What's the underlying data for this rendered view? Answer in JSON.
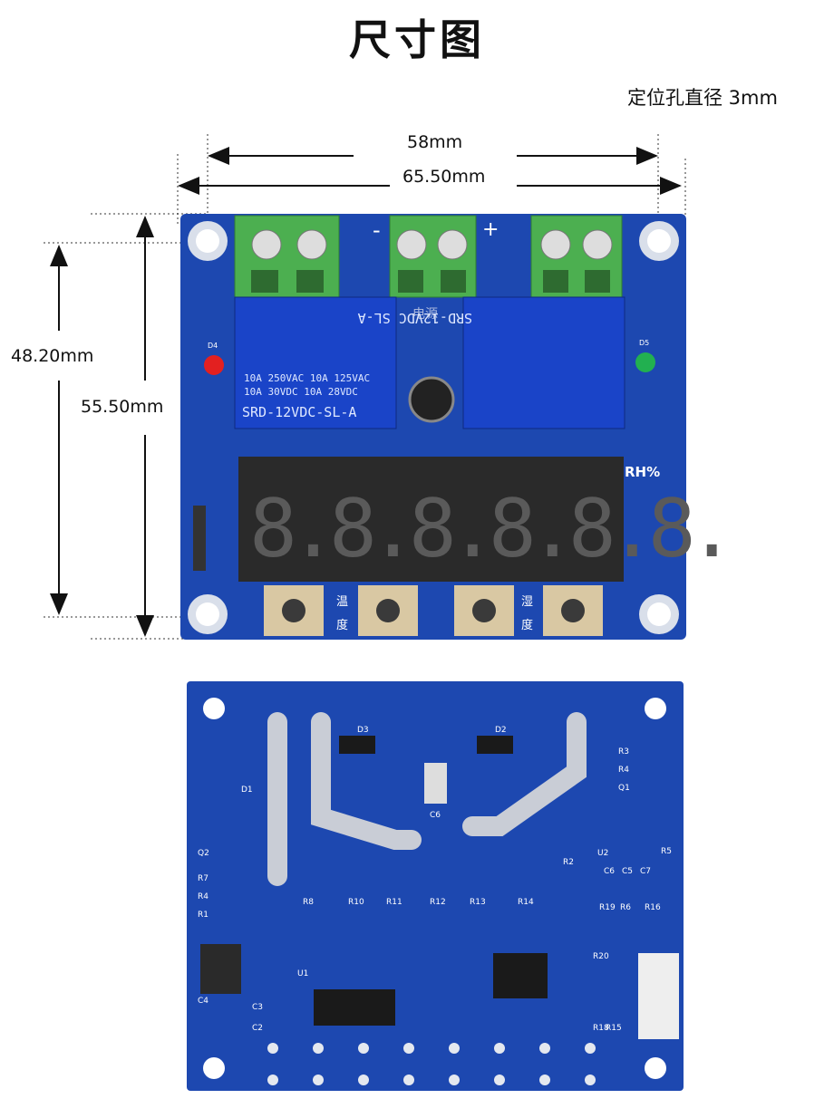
{
  "title": "尺寸图",
  "hole_note": "定位孔直径 3mm",
  "dimensions": {
    "hole_spacing_width": "58mm",
    "board_width": "65.50mm",
    "hole_spacing_height": "48.20mm",
    "board_height": "55.50mm"
  },
  "top_board": {
    "relay_left": [
      "10A 250VAC  10A 125VAC",
      "10A  30VDC  10A  28VDC",
      "SRD-12VDC-SL-A"
    ],
    "relay_right": "SRD-12VDC SL-A",
    "power_label": "电源",
    "minus": "-",
    "plus": "+",
    "led_left": "D4",
    "led_right": "D5",
    "display_unit": "RH%",
    "button_labels": [
      "温",
      "度",
      "湿",
      "度"
    ],
    "display_digits": "8.8.8.8.8.8."
  },
  "bottom_board": {
    "labels": [
      "D3",
      "D2",
      "C6",
      "R2",
      "U2",
      "R5",
      "C6",
      "C5",
      "C7",
      "R8",
      "R10",
      "R11",
      "R12",
      "R13",
      "R14",
      "Q2",
      "R7",
      "R4",
      "R1",
      "U1",
      "C4",
      "C3",
      "C2",
      "R19",
      "R6",
      "R16",
      "R20",
      "R18",
      "R15",
      "Q1",
      "R3",
      "R4",
      "D1"
    ]
  },
  "colors": {
    "pcb": "#1d48b0",
    "pcb_dark": "#163a92",
    "terminal": "#4caf50",
    "relay": "#1a44c8",
    "display": "#2a2a2a",
    "segment": "#5a5a5a",
    "led_red": "#e32020",
    "led_green": "#22b050"
  }
}
